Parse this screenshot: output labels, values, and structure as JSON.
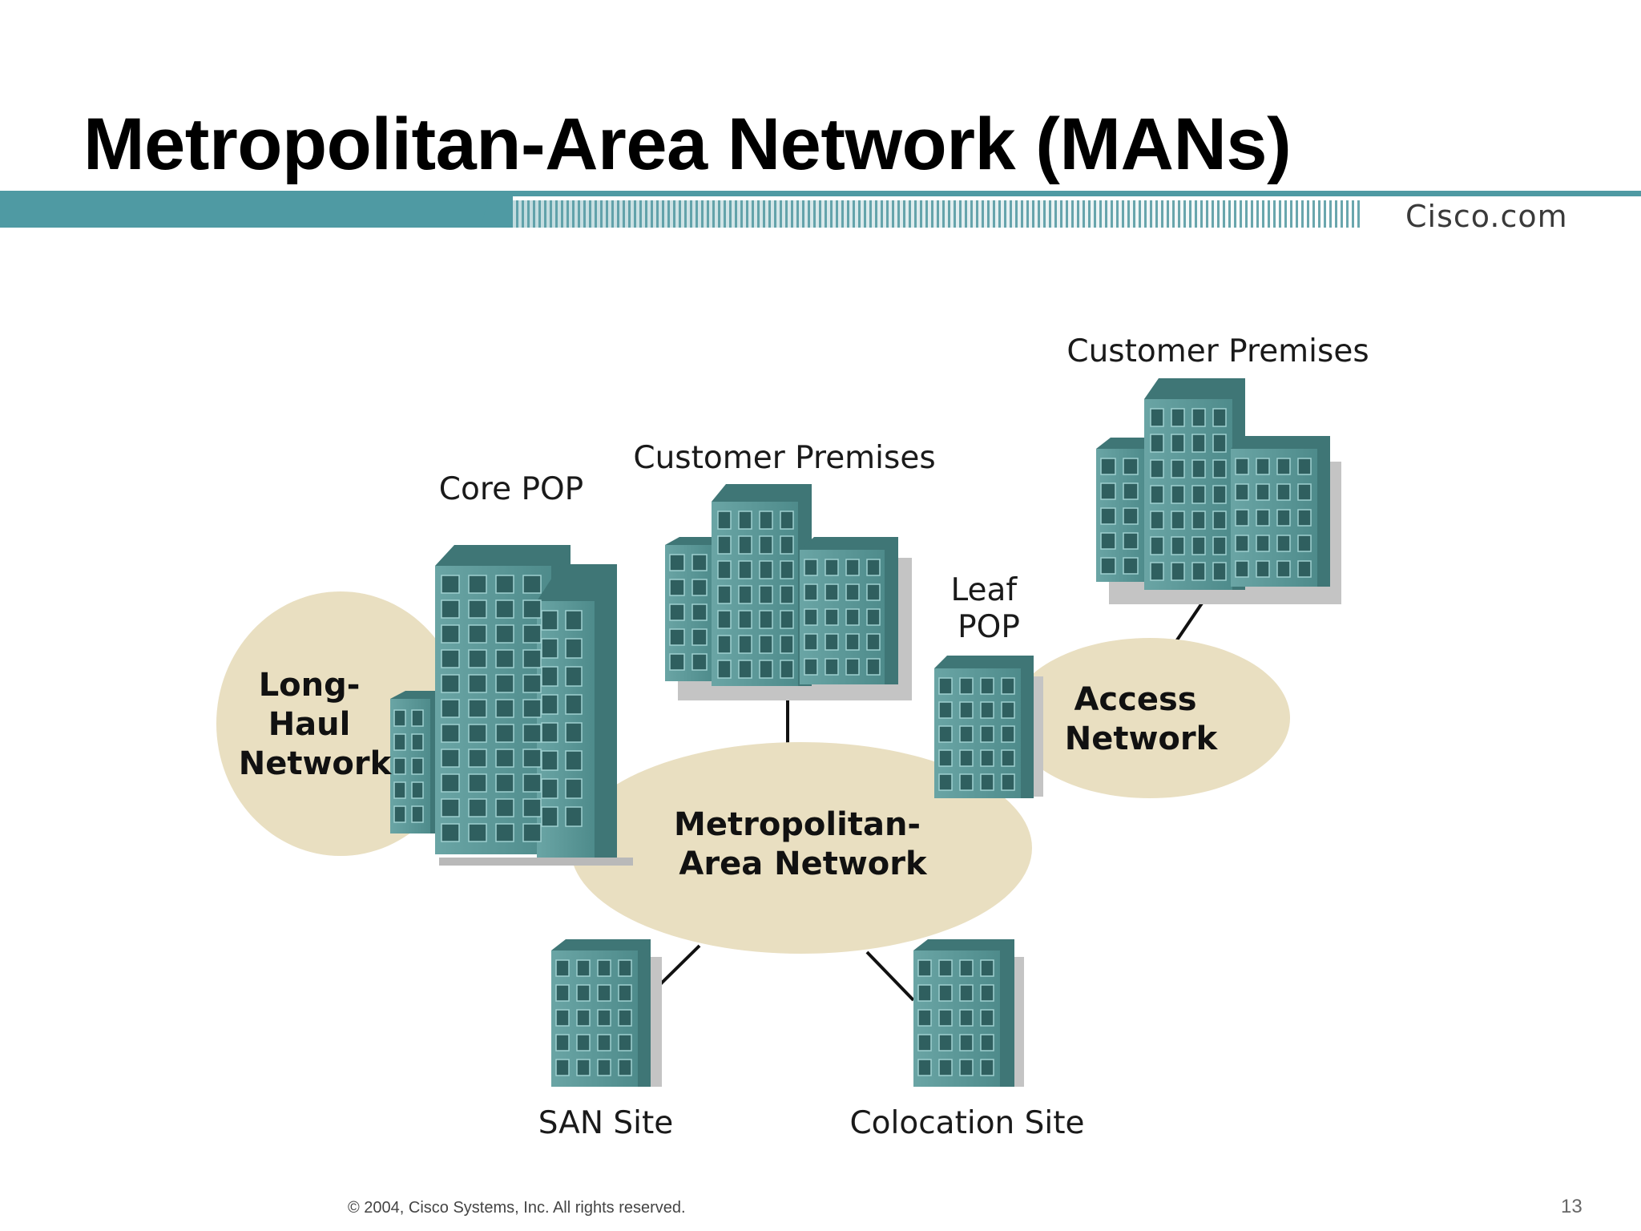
{
  "slide": {
    "title": "Metropolitan-Area Network (MANs)",
    "brand": "Cisco.com",
    "copyright": "© 2004, Cisco Systems, Inc. All rights reserved.",
    "page_number": "13"
  },
  "diagram": {
    "networks": {
      "long_haul": [
        "Long-",
        "Haul",
        "Network"
      ],
      "metro": [
        "Metropolitan-",
        "Area Network"
      ],
      "access": [
        "Access",
        "Network"
      ]
    },
    "labels": {
      "core_pop": "Core POP",
      "customer_premises_center": "Customer Premises",
      "customer_premises_right": "Customer Premises",
      "leaf_pop": [
        "Leaf",
        "POP"
      ],
      "san_site": "SAN Site",
      "colocation_site": "Colocation Site"
    },
    "colors": {
      "building": "#5c9a9a",
      "building_dark": "#3f7676",
      "network_fill": "#e9dfc1",
      "brand_bar": "#4f9aa3"
    }
  }
}
